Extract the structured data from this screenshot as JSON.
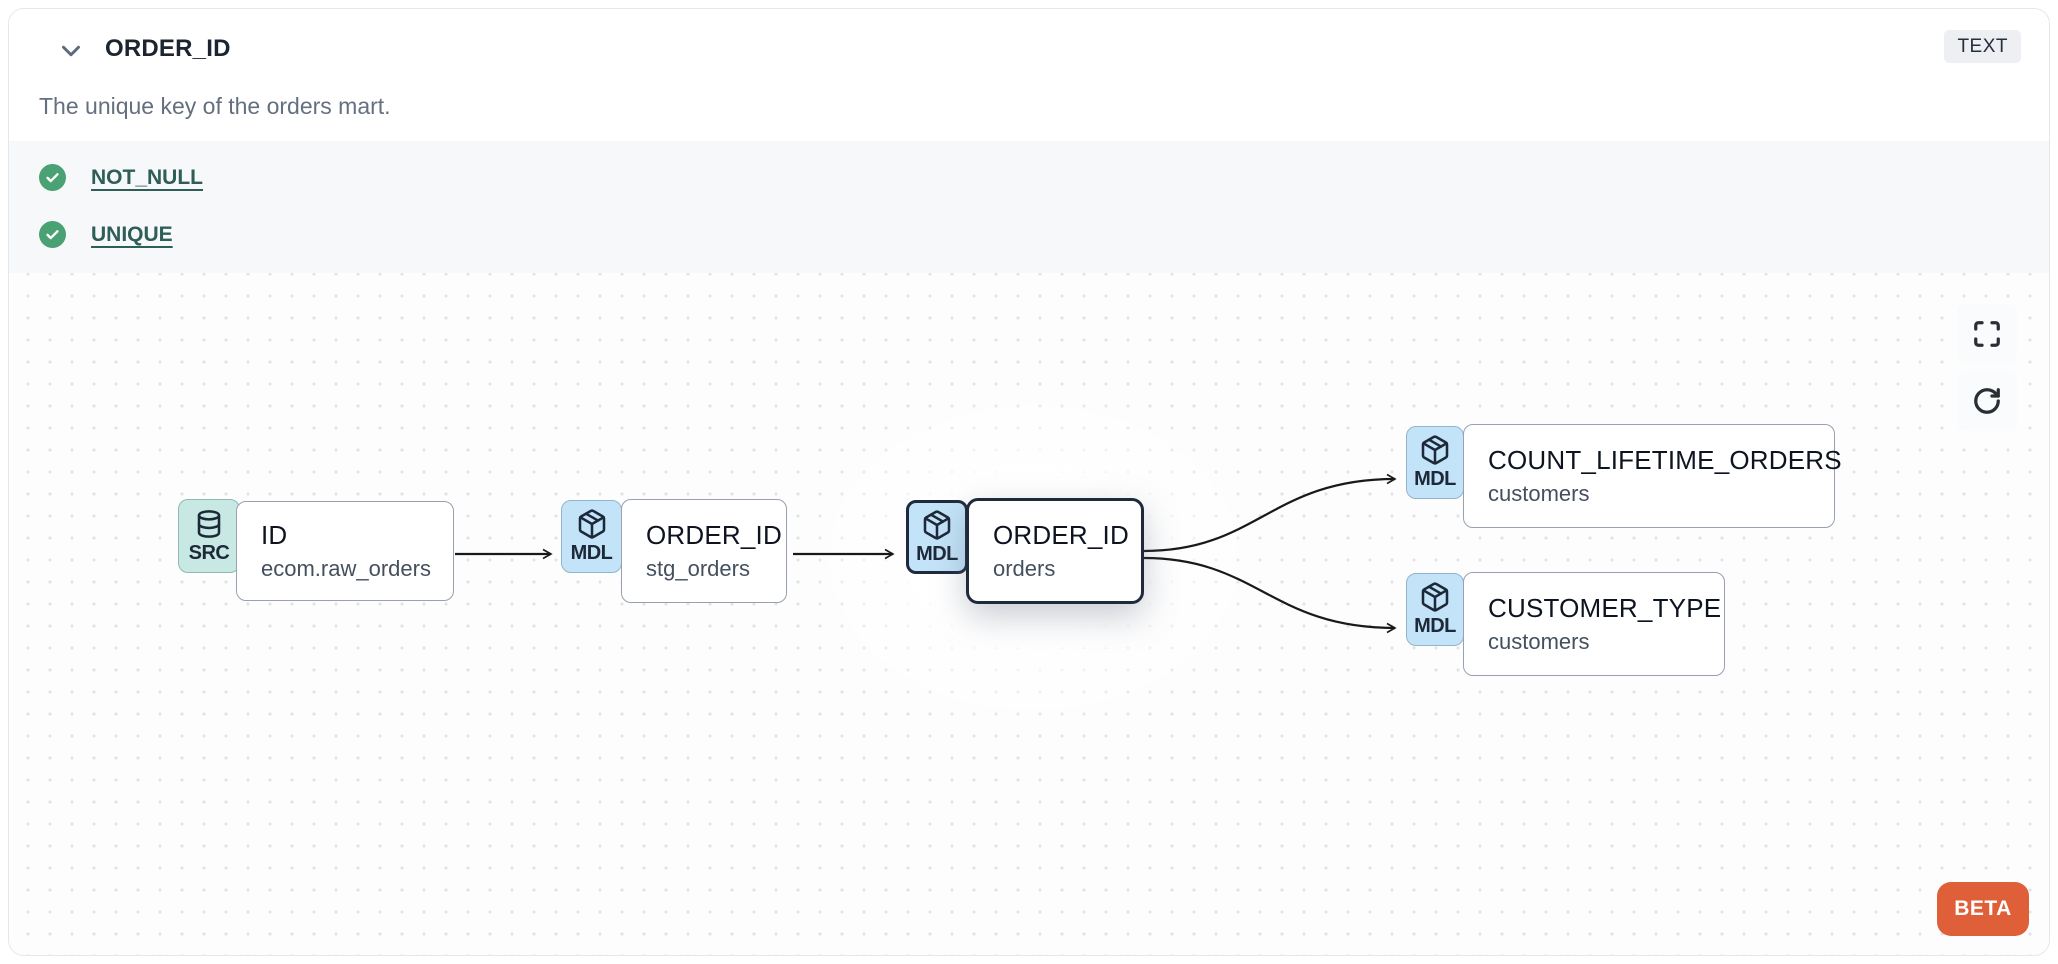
{
  "header": {
    "title": "ORDER_ID",
    "type_badge": "TEXT",
    "description": "The unique key of the orders mart."
  },
  "tests": {
    "items": [
      {
        "label": "NOT_NULL",
        "status": "pass"
      },
      {
        "label": "UNIQUE",
        "status": "pass"
      }
    ]
  },
  "lineage": {
    "nodes": [
      {
        "kind": "SRC",
        "icon": "database-icon",
        "title": "ID",
        "subtitle": "ecom.raw_orders",
        "selected": false
      },
      {
        "kind": "MDL",
        "icon": "package-icon",
        "title": "ORDER_ID",
        "subtitle": "stg_orders",
        "selected": false
      },
      {
        "kind": "MDL",
        "icon": "package-icon",
        "title": "ORDER_ID",
        "subtitle": "orders",
        "selected": true
      },
      {
        "kind": "MDL",
        "icon": "package-icon",
        "title": "COUNT_LIFETIME_ORDERS",
        "subtitle": "customers",
        "selected": false
      },
      {
        "kind": "MDL",
        "icon": "package-icon",
        "title": "CUSTOMER_TYPE",
        "subtitle": "customers",
        "selected": false
      }
    ],
    "edges": [
      {
        "from": 0,
        "to": 1
      },
      {
        "from": 1,
        "to": 2
      },
      {
        "from": 2,
        "to": 3
      },
      {
        "from": 2,
        "to": 4
      }
    ]
  },
  "controls": {
    "fullscreen": "fullscreen",
    "refresh": "refresh"
  },
  "beta_badge": "BETA",
  "colors": {
    "accent_orange": "#DF5F39",
    "test_pass_green": "#4AA173",
    "badge_model_blue": "#C3E3F8",
    "badge_source_teal": "#C8E8E4",
    "link_teal": "#2F5D58",
    "selected_border": "#1F2A3C"
  }
}
